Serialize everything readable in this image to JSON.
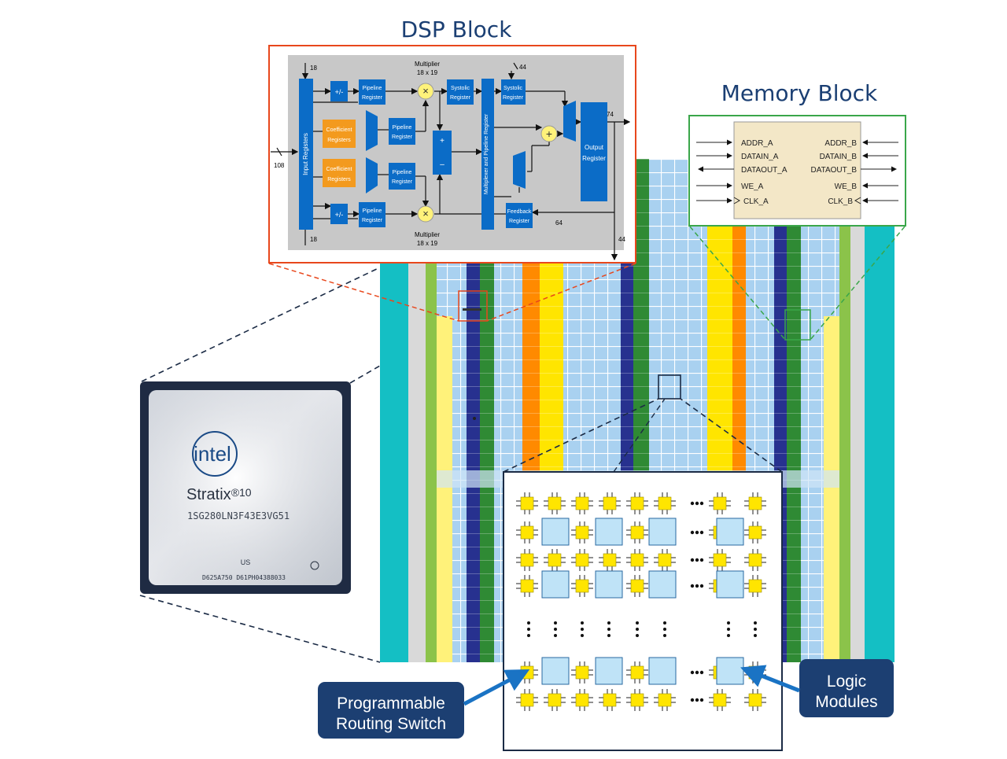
{
  "titles": {
    "dsp": "DSP Block",
    "memory": "Memory Block"
  },
  "chip": {
    "brand": "intel",
    "product": "Stratix",
    "product_suffix": "®10",
    "part_number": "1SG280LN3F43E3VG51",
    "origin": "US",
    "lot": "D625A750 D61PH04388033"
  },
  "dsp": {
    "width_in": "108",
    "bus_top": "18",
    "bus_bottom": "18",
    "bus_top_right": "44",
    "bus_out": "74",
    "bus_feedback": "64",
    "bus_bottom_right": "44",
    "input_registers": "Input Registers",
    "addsub_top": "+/-",
    "addsub_bottom": "+/-",
    "pipeline_1": [
      "Pipeline",
      "Register"
    ],
    "pipeline_2": [
      "Pipeline",
      "Register"
    ],
    "pipeline_3": [
      "Pipeline",
      "Register"
    ],
    "pipeline_4": [
      "Pipeline",
      "Register"
    ],
    "coeff_1": [
      "Coefficient",
      "Registers"
    ],
    "coeff_2": [
      "Coefficient",
      "Registers"
    ],
    "multiplier_top": [
      "Multiplier",
      "18 x 19"
    ],
    "multiplier_bottom": [
      "Multiplier",
      "18 x 19"
    ],
    "systolic_1": [
      "Systolic",
      "Register"
    ],
    "systolic_2": [
      "Systolic",
      "Register"
    ],
    "mux_pipeline": "Multiplexer and Pipeline Register",
    "feedback": [
      "Feedback",
      "Register"
    ],
    "output": [
      "Output",
      "Register"
    ],
    "plus": "+",
    "minus": "–"
  },
  "memory": {
    "left_ports": [
      "ADDR_A",
      "DATAIN_A",
      "DATAOUT_A",
      "WE_A",
      "CLK_A"
    ],
    "right_ports": [
      "ADDR_B",
      "DATAIN_B",
      "DATAOUT_B",
      "WE_B",
      "CLK_B"
    ]
  },
  "callouts": {
    "routing": [
      "Programmable",
      "Routing Switch"
    ],
    "logic": [
      "Logic",
      "Modules"
    ]
  },
  "colors": {
    "title_blue": "#1b3f73",
    "dsp_border": "#e8471c",
    "memory_border": "#3aa64a",
    "fabric_cell": "#a9d1f0",
    "lut_yellow": "#ffe500",
    "logic_blue": "#bfe3f7",
    "callout_navy": "#1c3f72",
    "teal": "#14bfc4",
    "orange": "#ff8a00",
    "navy_col": "#27318f",
    "green_col": "#2f8a34"
  }
}
